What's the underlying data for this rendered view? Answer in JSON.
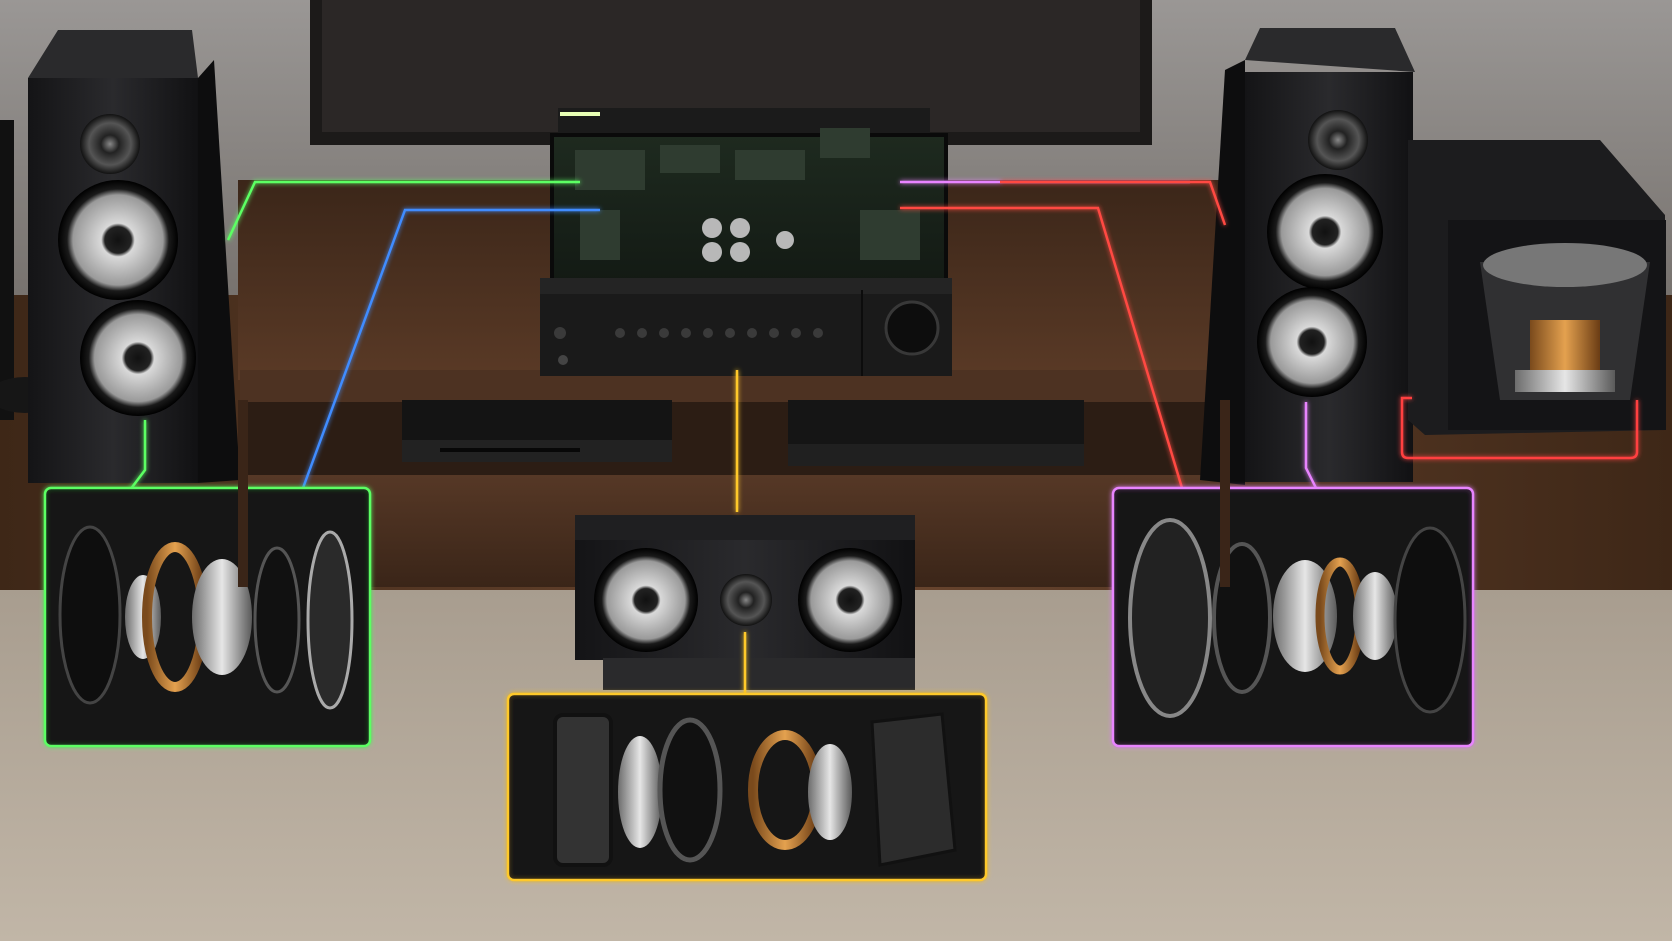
{
  "scene": {
    "description_free": true,
    "colors": {
      "wall": "#8d8a87",
      "floor_wood": "#5a3b26",
      "carpet": "#b3a89a",
      "cabinet": "#4a3020",
      "speaker_body": "#1d1d1f",
      "front_left_path": "#5cff63",
      "rear_left_path": "#3f8cff",
      "center_path": "#ffc929",
      "front_right_path": "#e884ff",
      "rear_right_path": "#ff4a42",
      "subwoofer_path": "#ff4040"
    },
    "icons": [
      "television",
      "av-receiver",
      "tower-speaker-left",
      "tower-speaker-right",
      "center-speaker",
      "subwoofer",
      "blu-ray-player",
      "media-box",
      "exploded-woofer-left",
      "exploded-center-driver",
      "exploded-woofer-right"
    ]
  }
}
